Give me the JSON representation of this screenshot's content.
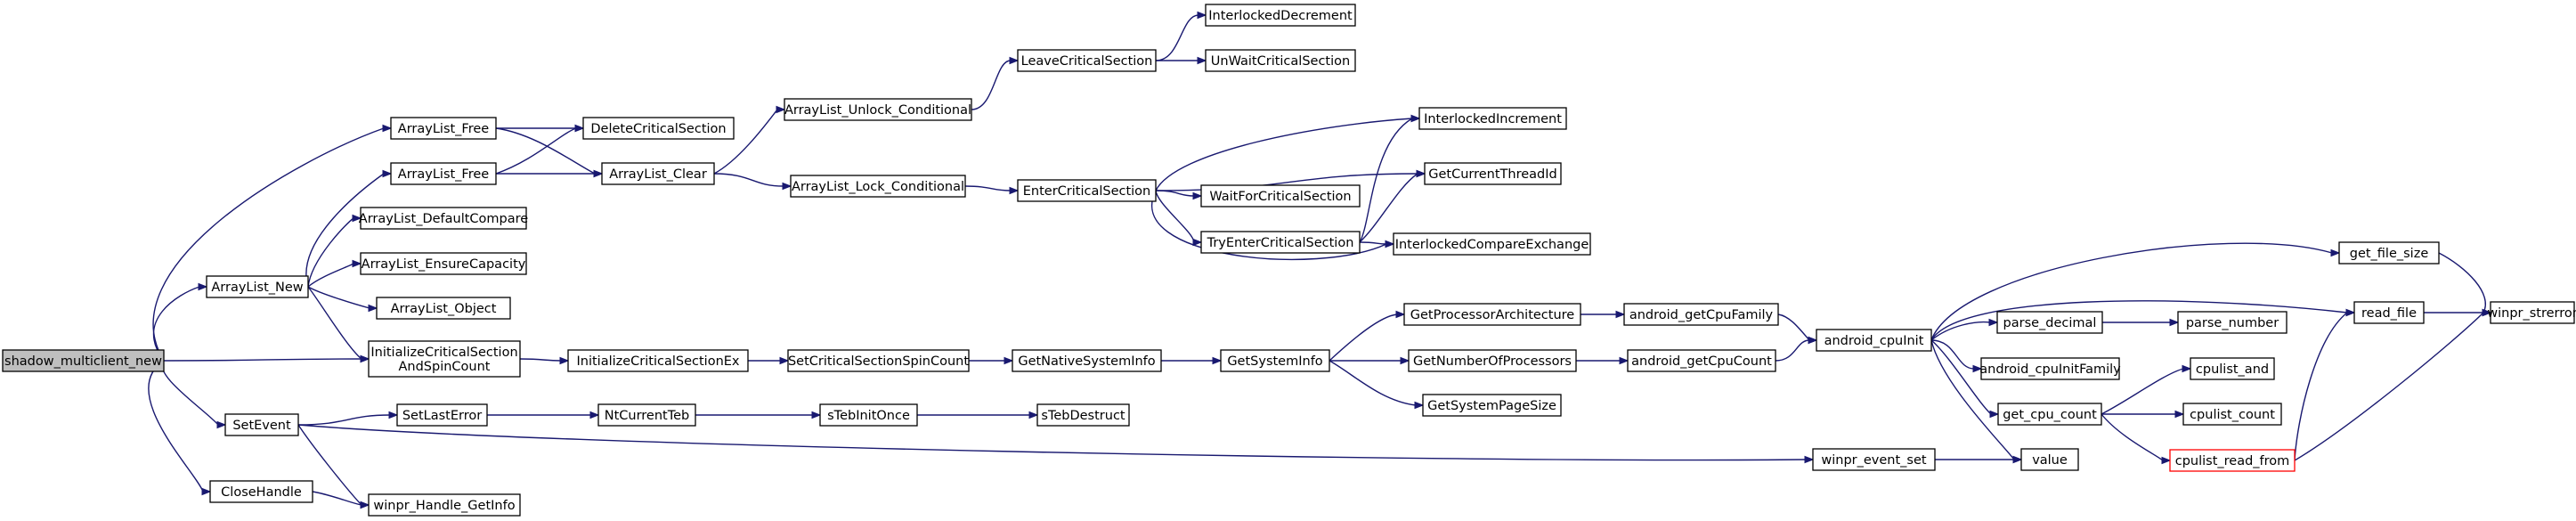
{
  "diagram": {
    "colors": {
      "edge": "#191970",
      "root_fill": "#bfbfbf",
      "node_stroke": "#000000",
      "highlight_stroke": "#ff0000"
    },
    "nodes": [
      {
        "id": "shadow_multiclient_new",
        "lines": [
          "shadow_multiclient_new"
        ],
        "root": true
      },
      {
        "id": "ArrayList_New",
        "lines": [
          "ArrayList_New"
        ]
      },
      {
        "id": "ArrayList_Free_1",
        "lines": [
          "ArrayList_Free"
        ]
      },
      {
        "id": "ArrayList_Free_2",
        "lines": [
          "ArrayList_Free"
        ]
      },
      {
        "id": "ArrayList_DefaultCompare",
        "lines": [
          "ArrayList_DefaultCompare"
        ]
      },
      {
        "id": "ArrayList_EnsureCapacity",
        "lines": [
          "ArrayList_EnsureCapacity"
        ]
      },
      {
        "id": "ArrayList_Object",
        "lines": [
          "ArrayList_Object"
        ]
      },
      {
        "id": "InitializeCriticalSectionAndSpinCount",
        "lines": [
          "InitializeCriticalSection",
          "AndSpinCount"
        ]
      },
      {
        "id": "SetEvent",
        "lines": [
          "SetEvent"
        ]
      },
      {
        "id": "CloseHandle",
        "lines": [
          "CloseHandle"
        ]
      },
      {
        "id": "winpr_Handle_GetInfo",
        "lines": [
          "winpr_Handle_GetInfo"
        ]
      },
      {
        "id": "DeleteCriticalSection",
        "lines": [
          "DeleteCriticalSection"
        ]
      },
      {
        "id": "ArrayList_Clear",
        "lines": [
          "ArrayList_Clear"
        ]
      },
      {
        "id": "InitializeCriticalSectionEx",
        "lines": [
          "InitializeCriticalSectionEx"
        ]
      },
      {
        "id": "SetLastError",
        "lines": [
          "SetLastError"
        ]
      },
      {
        "id": "ArrayList_Unlock_Conditional",
        "lines": [
          "ArrayList_Unlock_Conditional"
        ]
      },
      {
        "id": "ArrayList_Lock_Conditional",
        "lines": [
          "ArrayList_Lock_Conditional"
        ]
      },
      {
        "id": "SetCriticalSectionSpinCount",
        "lines": [
          "SetCriticalSectionSpinCount"
        ]
      },
      {
        "id": "NtCurrentTeb",
        "lines": [
          "NtCurrentTeb"
        ]
      },
      {
        "id": "LeaveCriticalSection",
        "lines": [
          "LeaveCriticalSection"
        ]
      },
      {
        "id": "EnterCriticalSection",
        "lines": [
          "EnterCriticalSection"
        ]
      },
      {
        "id": "GetNativeSystemInfo",
        "lines": [
          "GetNativeSystemInfo"
        ]
      },
      {
        "id": "sTebInitOnce",
        "lines": [
          "sTebInitOnce"
        ]
      },
      {
        "id": "InterlockedDecrement",
        "lines": [
          "InterlockedDecrement"
        ]
      },
      {
        "id": "UnWaitCriticalSection",
        "lines": [
          "UnWaitCriticalSection"
        ]
      },
      {
        "id": "WaitForCriticalSection",
        "lines": [
          "WaitForCriticalSection"
        ]
      },
      {
        "id": "TryEnterCriticalSection",
        "lines": [
          "TryEnterCriticalSection"
        ]
      },
      {
        "id": "GetSystemInfo",
        "lines": [
          "GetSystemInfo"
        ]
      },
      {
        "id": "sTebDestruct",
        "lines": [
          "sTebDestruct"
        ]
      },
      {
        "id": "InterlockedIncrement",
        "lines": [
          "InterlockedIncrement"
        ]
      },
      {
        "id": "GetCurrentThreadId",
        "lines": [
          "GetCurrentThreadId"
        ]
      },
      {
        "id": "InterlockedCompareExchange",
        "lines": [
          "InterlockedCompareExchange"
        ]
      },
      {
        "id": "GetProcessorArchitecture",
        "lines": [
          "GetProcessorArchitecture"
        ]
      },
      {
        "id": "GetNumberOfProcessors",
        "lines": [
          "GetNumberOfProcessors"
        ]
      },
      {
        "id": "GetSystemPageSize",
        "lines": [
          "GetSystemPageSize"
        ]
      },
      {
        "id": "android_getCpuFamily",
        "lines": [
          "android_getCpuFamily"
        ]
      },
      {
        "id": "android_getCpuCount",
        "lines": [
          "android_getCpuCount"
        ]
      },
      {
        "id": "winpr_event_set",
        "lines": [
          "winpr_event_set"
        ]
      },
      {
        "id": "android_cpuInit",
        "lines": [
          "android_cpuInit"
        ]
      },
      {
        "id": "value",
        "lines": [
          "value"
        ]
      },
      {
        "id": "parse_decimal",
        "lines": [
          "parse_decimal"
        ]
      },
      {
        "id": "android_cpuInitFamily",
        "lines": [
          "android_cpuInitFamily"
        ]
      },
      {
        "id": "get_cpu_count",
        "lines": [
          "get_cpu_count"
        ]
      },
      {
        "id": "cpulist_read_from",
        "lines": [
          "cpulist_read_from"
        ],
        "highlight": true
      },
      {
        "id": "parse_number",
        "lines": [
          "parse_number"
        ]
      },
      {
        "id": "cpulist_and",
        "lines": [
          "cpulist_and"
        ]
      },
      {
        "id": "cpulist_count",
        "lines": [
          "cpulist_count"
        ]
      },
      {
        "id": "get_file_size",
        "lines": [
          "get_file_size"
        ]
      },
      {
        "id": "read_file",
        "lines": [
          "read_file"
        ]
      },
      {
        "id": "winpr_strerror",
        "lines": [
          "winpr_strerror"
        ]
      }
    ],
    "edges": [
      [
        "shadow_multiclient_new",
        "ArrayList_New"
      ],
      [
        "shadow_multiclient_new",
        "ArrayList_Free_1"
      ],
      [
        "shadow_multiclient_new",
        "InitializeCriticalSectionAndSpinCount"
      ],
      [
        "shadow_multiclient_new",
        "SetEvent"
      ],
      [
        "shadow_multiclient_new",
        "CloseHandle"
      ],
      [
        "ArrayList_Free_1",
        "DeleteCriticalSection"
      ],
      [
        "ArrayList_Free_1",
        "ArrayList_Clear"
      ],
      [
        "ArrayList_Free_2",
        "DeleteCriticalSection"
      ],
      [
        "ArrayList_Free_2",
        "ArrayList_Clear"
      ],
      [
        "ArrayList_New",
        "ArrayList_Free_2"
      ],
      [
        "ArrayList_New",
        "ArrayList_DefaultCompare"
      ],
      [
        "ArrayList_New",
        "ArrayList_EnsureCapacity"
      ],
      [
        "ArrayList_New",
        "ArrayList_Object"
      ],
      [
        "ArrayList_New",
        "InitializeCriticalSectionAndSpinCount"
      ],
      [
        "ArrayList_Clear",
        "ArrayList_Unlock_Conditional"
      ],
      [
        "ArrayList_Clear",
        "ArrayList_Lock_Conditional"
      ],
      [
        "ArrayList_Unlock_Conditional",
        "LeaveCriticalSection"
      ],
      [
        "LeaveCriticalSection",
        "InterlockedDecrement"
      ],
      [
        "LeaveCriticalSection",
        "UnWaitCriticalSection"
      ],
      [
        "ArrayList_Lock_Conditional",
        "EnterCriticalSection"
      ],
      [
        "EnterCriticalSection",
        "InterlockedIncrement"
      ],
      [
        "EnterCriticalSection",
        "GetCurrentThreadId"
      ],
      [
        "EnterCriticalSection",
        "WaitForCriticalSection"
      ],
      [
        "EnterCriticalSection",
        "TryEnterCriticalSection"
      ],
      [
        "EnterCriticalSection",
        "InterlockedCompareExchange"
      ],
      [
        "TryEnterCriticalSection",
        "InterlockedIncrement"
      ],
      [
        "TryEnterCriticalSection",
        "GetCurrentThreadId"
      ],
      [
        "TryEnterCriticalSection",
        "InterlockedCompareExchange"
      ],
      [
        "InitializeCriticalSectionAndSpinCount",
        "InitializeCriticalSectionEx"
      ],
      [
        "InitializeCriticalSectionEx",
        "SetCriticalSectionSpinCount"
      ],
      [
        "SetCriticalSectionSpinCount",
        "GetNativeSystemInfo"
      ],
      [
        "GetNativeSystemInfo",
        "GetSystemInfo"
      ],
      [
        "GetSystemInfo",
        "GetProcessorArchitecture"
      ],
      [
        "GetSystemInfo",
        "GetNumberOfProcessors"
      ],
      [
        "GetSystemInfo",
        "GetSystemPageSize"
      ],
      [
        "GetProcessorArchitecture",
        "android_getCpuFamily"
      ],
      [
        "GetNumberOfProcessors",
        "android_getCpuCount"
      ],
      [
        "android_getCpuFamily",
        "android_cpuInit"
      ],
      [
        "android_getCpuCount",
        "android_cpuInit"
      ],
      [
        "android_cpuInit",
        "get_file_size"
      ],
      [
        "android_cpuInit",
        "read_file"
      ],
      [
        "android_cpuInit",
        "parse_decimal"
      ],
      [
        "android_cpuInit",
        "android_cpuInitFamily"
      ],
      [
        "android_cpuInit",
        "get_cpu_count"
      ],
      [
        "android_cpuInit",
        "value"
      ],
      [
        "parse_decimal",
        "parse_number"
      ],
      [
        "get_cpu_count",
        "cpulist_and"
      ],
      [
        "get_cpu_count",
        "cpulist_count"
      ],
      [
        "get_cpu_count",
        "cpulist_read_from"
      ],
      [
        "cpulist_read_from",
        "read_file"
      ],
      [
        "cpulist_read_from",
        "winpr_strerror"
      ],
      [
        "get_file_size",
        "winpr_strerror"
      ],
      [
        "read_file",
        "winpr_strerror"
      ],
      [
        "SetEvent",
        "SetLastError"
      ],
      [
        "SetEvent",
        "winpr_event_set"
      ],
      [
        "SetEvent",
        "winpr_Handle_GetInfo"
      ],
      [
        "CloseHandle",
        "winpr_Handle_GetInfo"
      ],
      [
        "SetLastError",
        "NtCurrentTeb"
      ],
      [
        "NtCurrentTeb",
        "sTebInitOnce"
      ],
      [
        "sTebInitOnce",
        "sTebDestruct"
      ],
      [
        "winpr_event_set",
        "value"
      ]
    ]
  }
}
